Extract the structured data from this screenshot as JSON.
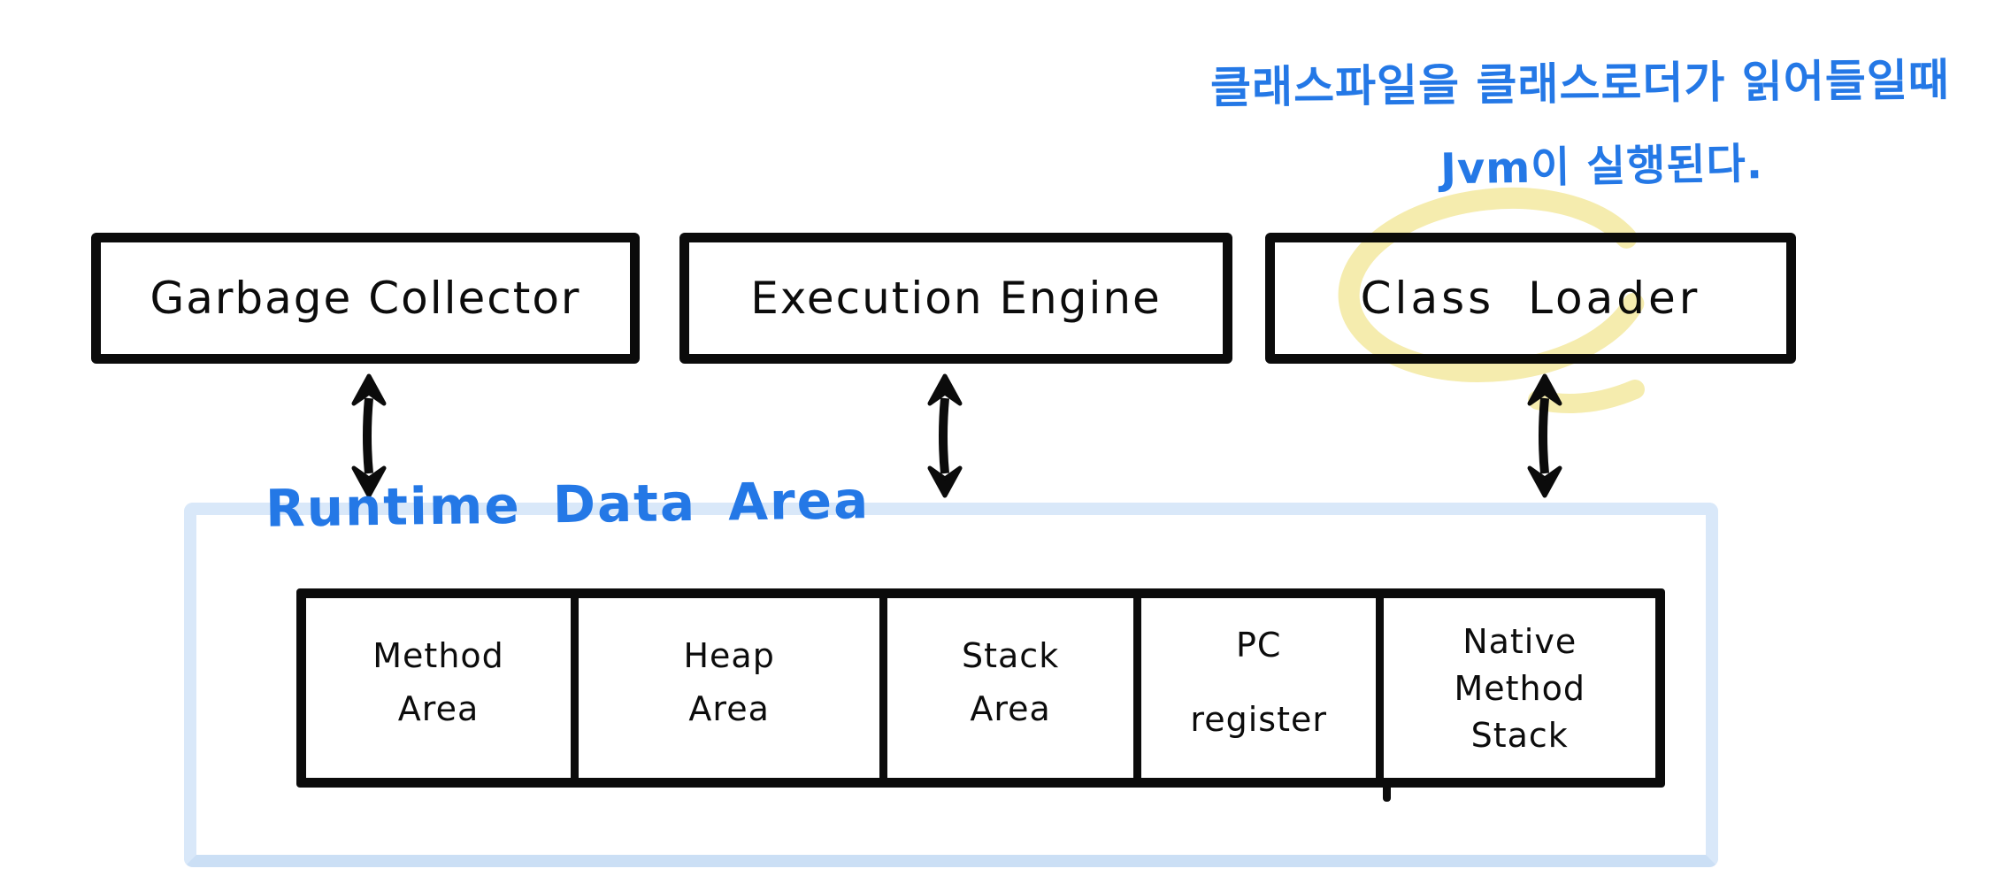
{
  "annotation": {
    "line1": "클래스파일을  클래스로더가  읽어들일때",
    "line2": "Jvm이  실행된다.",
    "color": "#2478e6"
  },
  "top_boxes": [
    {
      "id": "garbage-collector",
      "label": "Garbage Collector"
    },
    {
      "id": "execution-engine",
      "label": "Execution Engine"
    },
    {
      "id": "class-loader",
      "label": "Class Loader",
      "highlighted": true
    }
  ],
  "runtime_area": {
    "label": "Runtime Data Area",
    "label_color": "#2478e6",
    "border_color": "#d9e8f9",
    "cells": [
      {
        "lines": [
          "Method",
          "Area"
        ]
      },
      {
        "lines": [
          "Heap",
          "Area"
        ]
      },
      {
        "lines": [
          "Stack",
          "Area"
        ]
      },
      {
        "lines": [
          "PC",
          "register"
        ]
      },
      {
        "lines": [
          "Native",
          "Method",
          "Stack"
        ]
      }
    ]
  },
  "colors": {
    "ink": "#0b0b0b",
    "handwriting_blue": "#2478e6",
    "highlighter_yellow": "#f5ecae",
    "container_blue": "#d9e8f9",
    "background": "#ffffff"
  }
}
